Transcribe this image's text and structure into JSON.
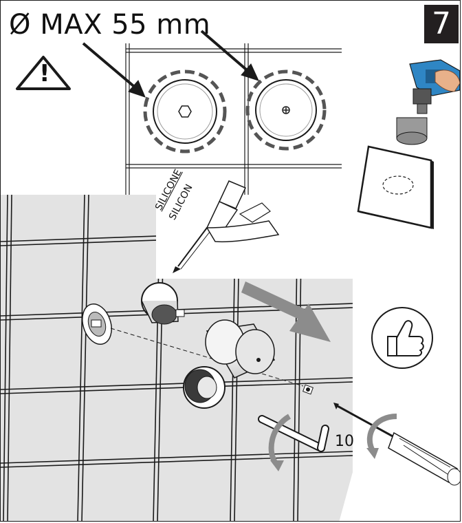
{
  "step_number": "7",
  "diameter_label": "Ø MAX 55 mm",
  "warning_mark": "!",
  "silicone_label_1": "SILICONE",
  "silicone_label_2": "SILICON",
  "key_size_label": "10",
  "icons": {
    "warning": "warning-triangle-icon",
    "thumbs_up": "thumbs-up-icon",
    "drill": "drill-with-hole-saw-icon",
    "silicone_gun": "silicone-gun-icon",
    "screwdriver": "screwdriver-icon",
    "allen_key": "allen-key-icon"
  },
  "colors": {
    "wall": "#e3e3e3",
    "line": "#1a1a1a",
    "arrow_gray": "#8c8c8c",
    "drill_blue": "#2f86c4",
    "badge": "#231f20"
  }
}
